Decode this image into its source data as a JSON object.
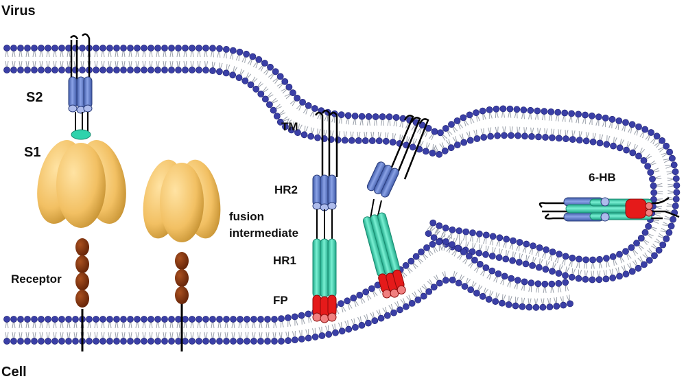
{
  "labels": {
    "virus": "Virus",
    "cell": "Cell",
    "s2": "S2",
    "s1": "S1",
    "receptor": "Receptor",
    "tm": "TM",
    "hr2": "HR2",
    "fusion_line1": "fusion",
    "fusion_line2": "intermediate",
    "hr1": "HR1",
    "fp": "FP",
    "six_hb": "6-HB"
  },
  "colors": {
    "lipid_head": "#3a3fa6",
    "lipid_tail": "#9aa0aa",
    "hr2": "#5b77c9",
    "hr1": "#2fd3ac",
    "fusion_peptide": "#e51a1a",
    "fp_tip": "#f08080",
    "s1": "#f2c063",
    "receptor": "#7a2a0a"
  }
}
